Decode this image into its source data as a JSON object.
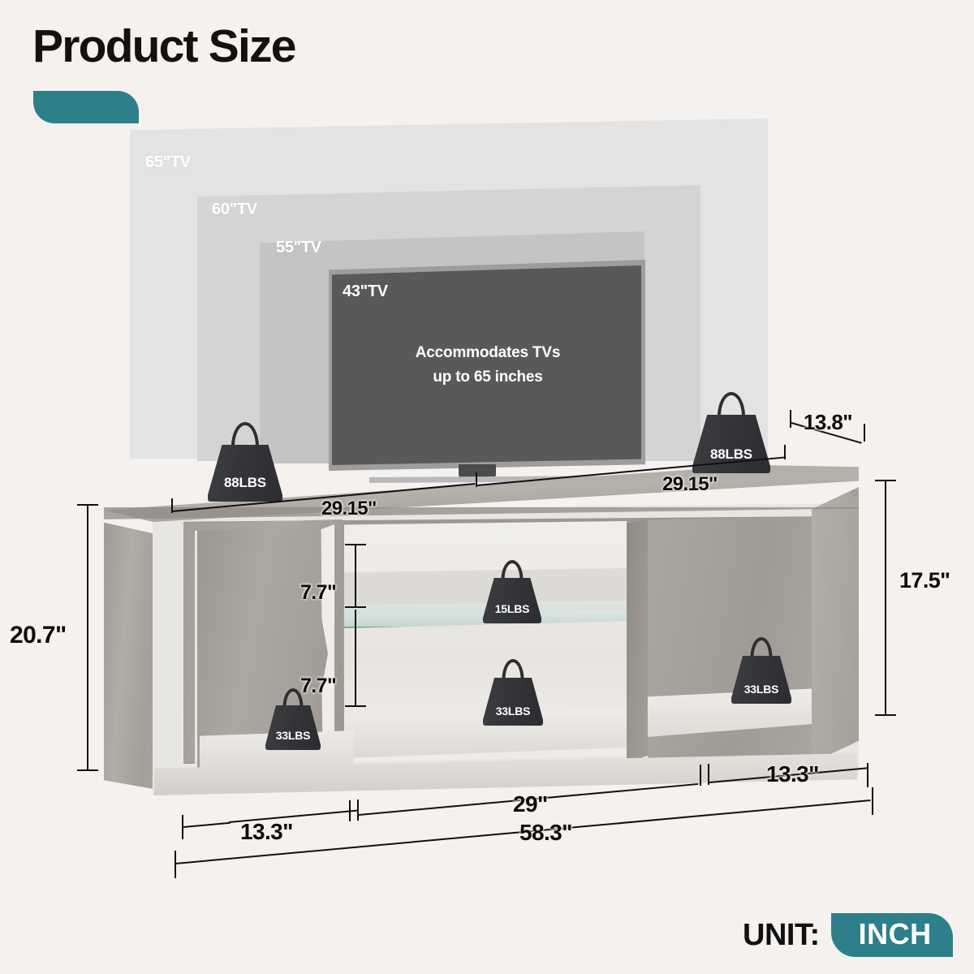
{
  "header": {
    "title": "Product Size",
    "accent_color": "#2E7F8C"
  },
  "tv_panels": [
    {
      "label": "65\"TV",
      "fill": "#E3E3E3"
    },
    {
      "label": "60\"TV",
      "fill": "#D4D4D4"
    },
    {
      "label": "55\"TV",
      "fill": "#C3C4C4"
    },
    {
      "label": "43\"TV",
      "fill": "#59595A"
    }
  ],
  "screen_message": {
    "line1": "Accommodates TVs",
    "line2": "up to 65 inches"
  },
  "weights": [
    {
      "id": "top-left",
      "label": "88LBS"
    },
    {
      "id": "top-right",
      "label": "88LBS"
    },
    {
      "id": "glass-shelf",
      "label": "15LBS"
    },
    {
      "id": "left-cabinet",
      "label": "33LBS"
    },
    {
      "id": "center-bottom",
      "label": "33LBS"
    },
    {
      "id": "right-cabinet",
      "label": "33LBS"
    }
  ],
  "dimensions": {
    "overall_height": "20.7\"",
    "cabinet_height": "17.5\"",
    "depth": "13.8\"",
    "top_left_width": "29.15\"",
    "top_right_width": "29.15\"",
    "compartment_upper": "7.7\"",
    "compartment_lower": "7.7\"",
    "bottom_left_width": "13.3\"",
    "bottom_center_width": "29\"",
    "bottom_right_width": "13.3\"",
    "overall_width": "58.3\""
  },
  "unit": {
    "label": "UNIT:",
    "value": "INCH"
  }
}
